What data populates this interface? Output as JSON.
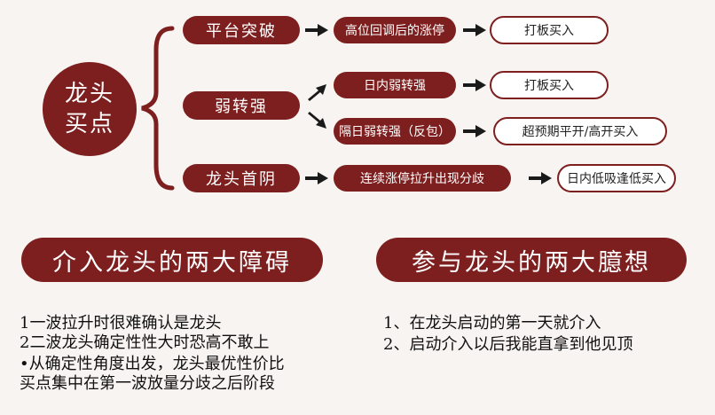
{
  "diagram": {
    "root": {
      "line1": "龙头",
      "line2": "买点"
    },
    "branches": [
      {
        "label": "平台突破",
        "children": [
          {
            "condition": "高位回调后的涨停",
            "action": "打板买入"
          }
        ]
      },
      {
        "label": "弱转强",
        "children": [
          {
            "condition": "日内弱转强",
            "action": "打板买入"
          },
          {
            "condition": "隔日弱转强（反包）",
            "action": "超预期平开/高开买入"
          }
        ]
      },
      {
        "label": "龙头首阴",
        "children": [
          {
            "condition": "连续涨停拉升出现分歧",
            "action": "日内低吸逢低买入"
          }
        ]
      }
    ]
  },
  "left_panel": {
    "title": "介入龙头的两大障碍",
    "lines": [
      "1一波拉升时很难确认是龙头",
      "2二波龙头确定性性大时恐高不敢上",
      "•从确定性角度出发，龙头最优性价比",
      "买点集中在第一波放量分歧之后阶段"
    ]
  },
  "right_panel": {
    "title": "参与龙头的两大臆想",
    "lines": [
      "1、在龙头启动的第一天就介入",
      "2、启动介入以后我能直拿到他见顶"
    ]
  },
  "colors": {
    "accent": "#7e1f1f",
    "arrow": "#1a1a1a"
  }
}
